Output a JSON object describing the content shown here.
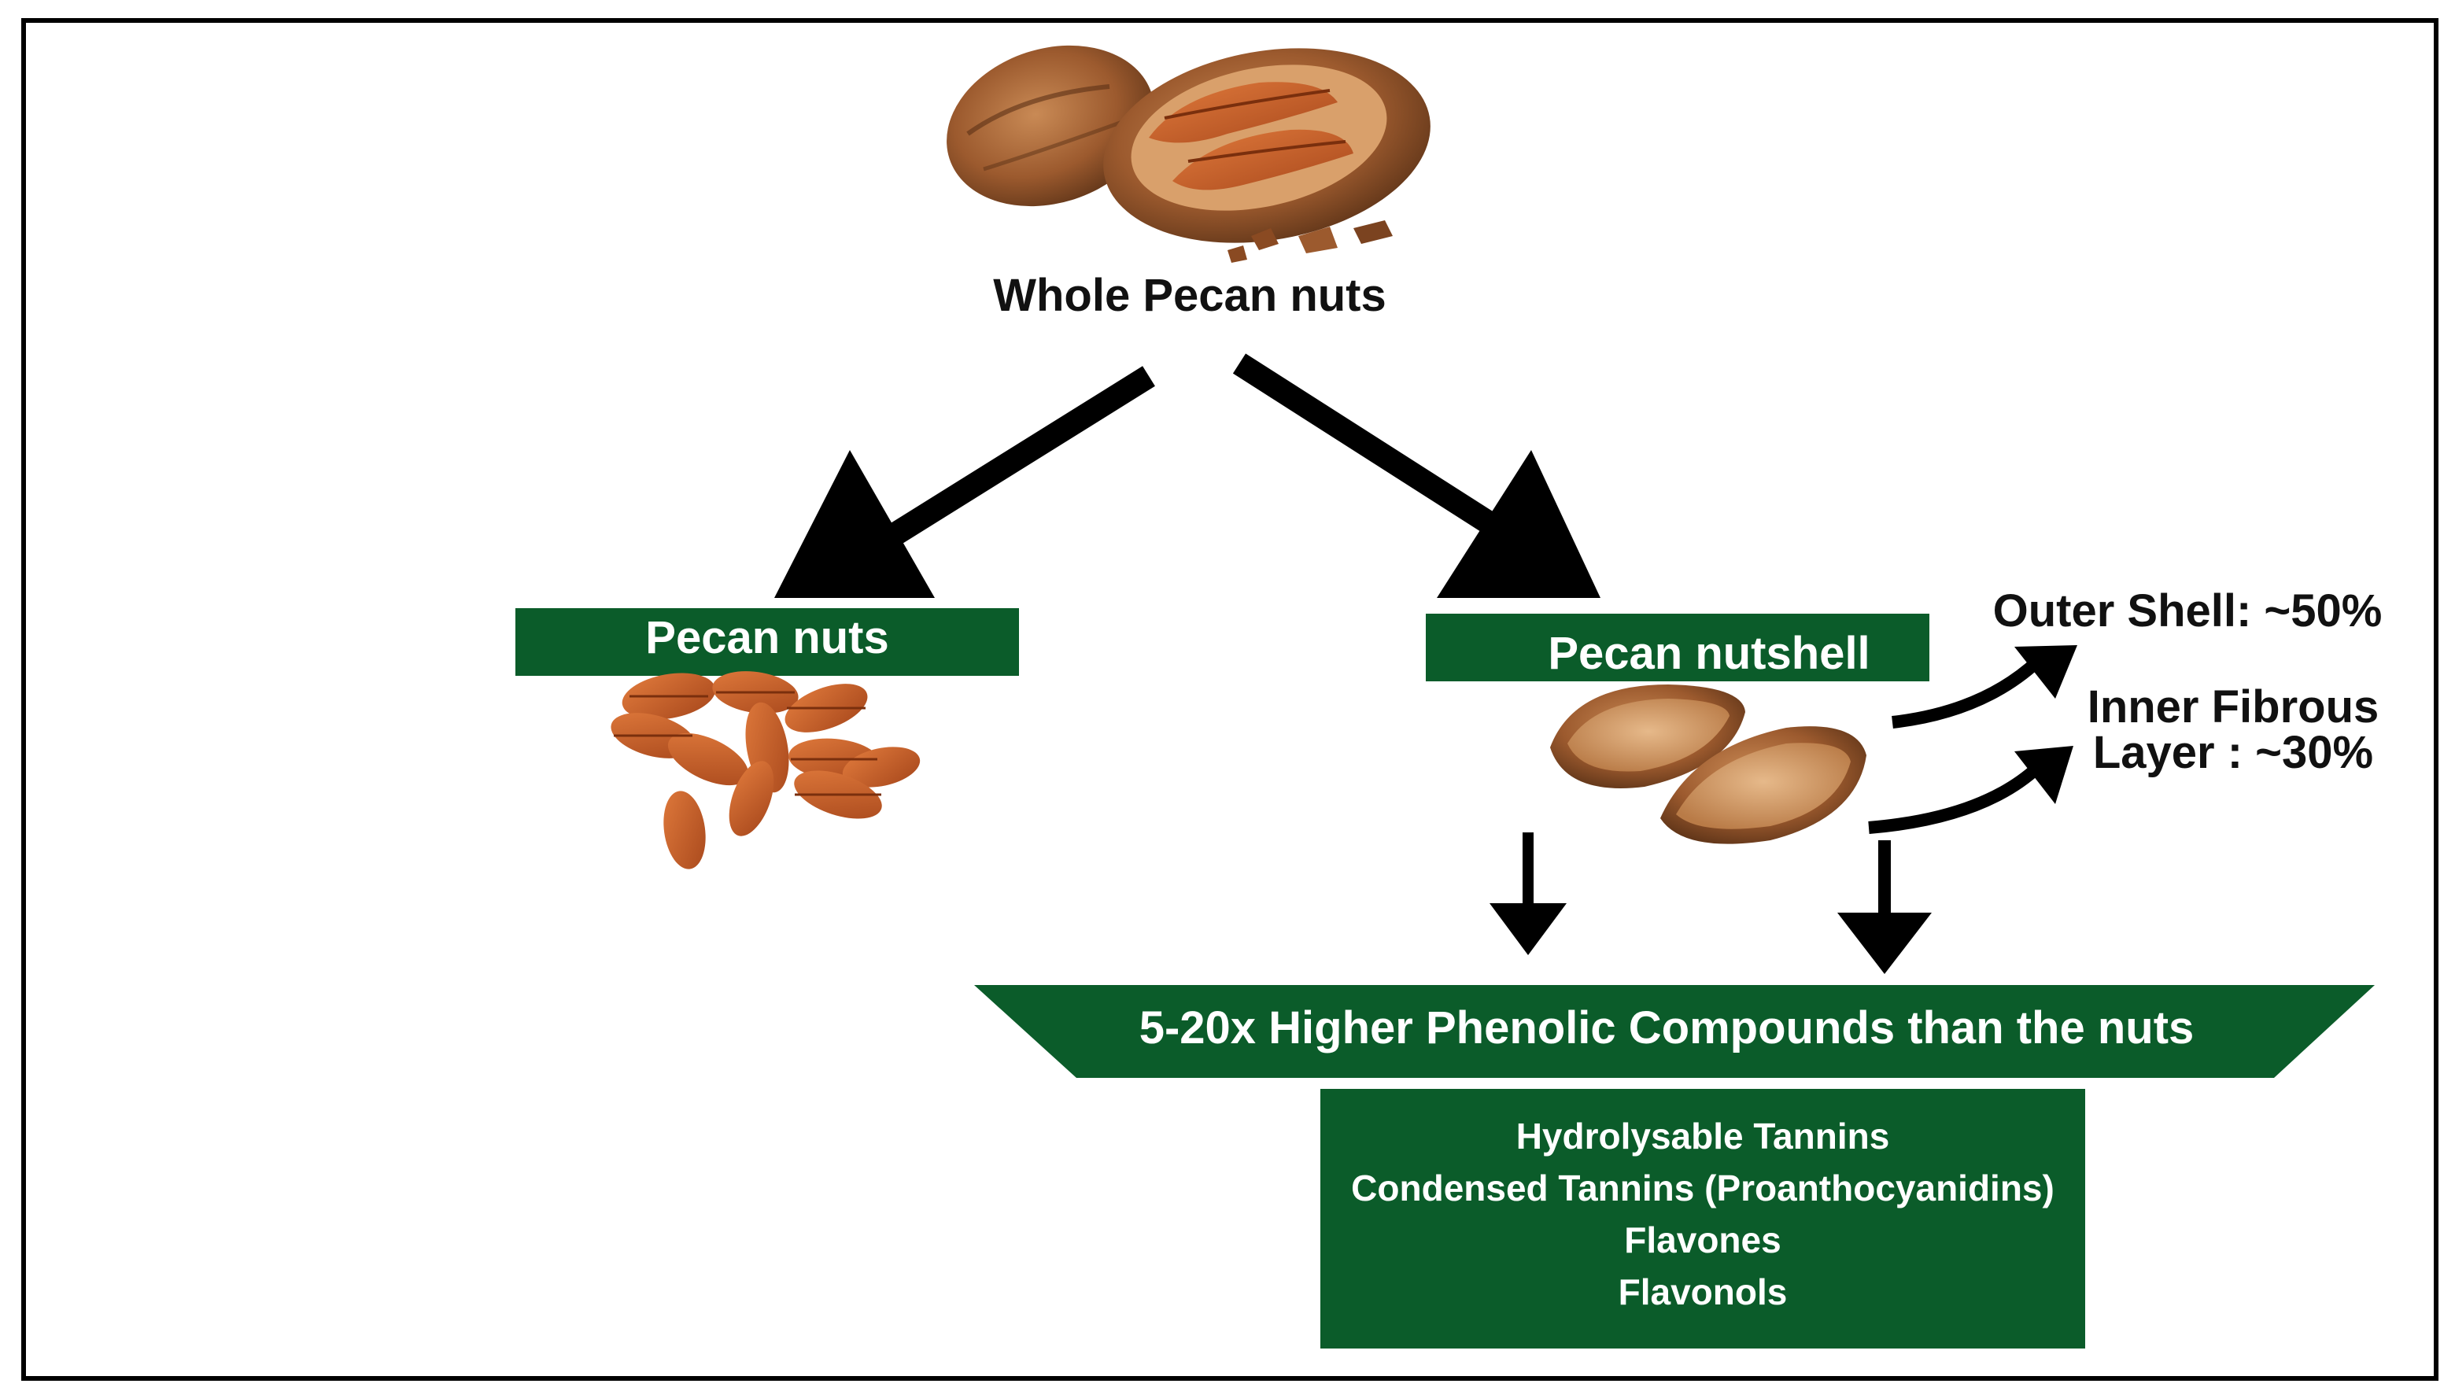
{
  "title": "Whole Pecan nuts",
  "branches": {
    "nuts_label": "Pecan nuts",
    "nutshell_label": "Pecan nutshell"
  },
  "shell_layers": {
    "outer": "Outer Shell: ~50%",
    "inner_line1": "Inner Fibrous",
    "inner_line2": "Layer : ~30%"
  },
  "result": {
    "banner": "5-20x Higher Phenolic Compounds than the nuts",
    "compounds": [
      "Hydrolysable Tannins",
      "Condensed Tannins (Proanthocyanidins)",
      "Flavones",
      "Flavonols"
    ]
  },
  "colors": {
    "box_green": "#0b5c2a",
    "arrow": "#000000",
    "frame": "#000000",
    "shell_brown": "#9c5a2e",
    "kernel_orange": "#c8612b"
  }
}
